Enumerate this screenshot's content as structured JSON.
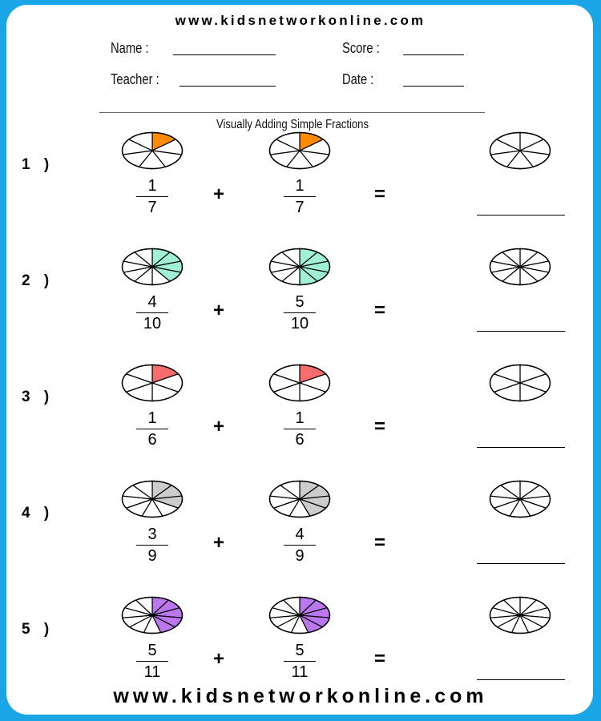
{
  "header": {
    "url": "www.kidsnetworkonline.com",
    "name_label": "Name :",
    "score_label": "Score :",
    "teacher_label": "Teacher :",
    "date_label": "Date :"
  },
  "title": "Visually Adding Simple Fractions",
  "footer": {
    "url": "www.kidsnetworkonline.com"
  },
  "symbols": {
    "plus": "+",
    "equals": "="
  },
  "problems": [
    {
      "label": "1 )",
      "a_num": "1",
      "a_den": "7",
      "b_num": "1",
      "b_den": "7",
      "slices": 7,
      "a_shaded": 1,
      "b_shaded": 1,
      "color": "#ff8c00"
    },
    {
      "label": "2 )",
      "a_num": "4",
      "a_den": "10",
      "b_num": "5",
      "b_den": "10",
      "slices": 10,
      "a_shaded": 4,
      "b_shaded": 5,
      "color": "#9ff0d6"
    },
    {
      "label": "3 )",
      "a_num": "1",
      "a_den": "6",
      "b_num": "1",
      "b_den": "6",
      "slices": 6,
      "a_shaded": 1,
      "b_shaded": 1,
      "color": "#f76d6d"
    },
    {
      "label": "4 )",
      "a_num": "3",
      "a_den": "9",
      "b_num": "4",
      "b_den": "9",
      "slices": 9,
      "a_shaded": 3,
      "b_shaded": 4,
      "color": "#cccccc"
    },
    {
      "label": "5 )",
      "a_num": "5",
      "a_den": "11",
      "b_num": "5",
      "b_den": "11",
      "slices": 11,
      "a_shaded": 5,
      "b_shaded": 5,
      "color": "#bb77ee"
    }
  ]
}
